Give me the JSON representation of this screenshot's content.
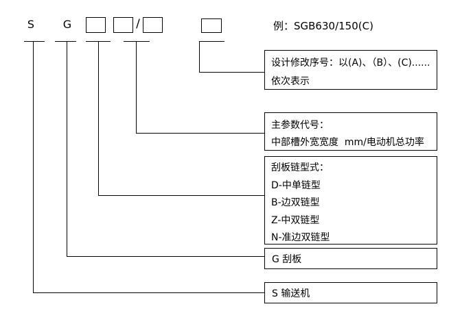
{
  "example_label": "例：SGB630/150(C)",
  "code_symbols": {
    "s": "S",
    "g": "G",
    "slash": "/"
  },
  "callouts": {
    "design_revision": {
      "lines": [
        "设计修改序号：以(A)、（B）、(C)......",
        "依次表示"
      ]
    },
    "main_parameter": {
      "lines": [
        "主参数代号：",
        "中部槽外宽宽度  mm/电动机总功率"
      ]
    },
    "chain_type": {
      "lines": [
        "刮板链型式：",
        "D-中单链型",
        "B-边双链型",
        "Z-中双链型",
        "N-准边双链型"
      ]
    },
    "scraper": {
      "lines": [
        "G 刮板"
      ]
    },
    "conveyor": {
      "lines": [
        "S 输送机"
      ]
    }
  },
  "colors": {
    "line": "#000000",
    "text": "#000000",
    "background": "#ffffff"
  }
}
